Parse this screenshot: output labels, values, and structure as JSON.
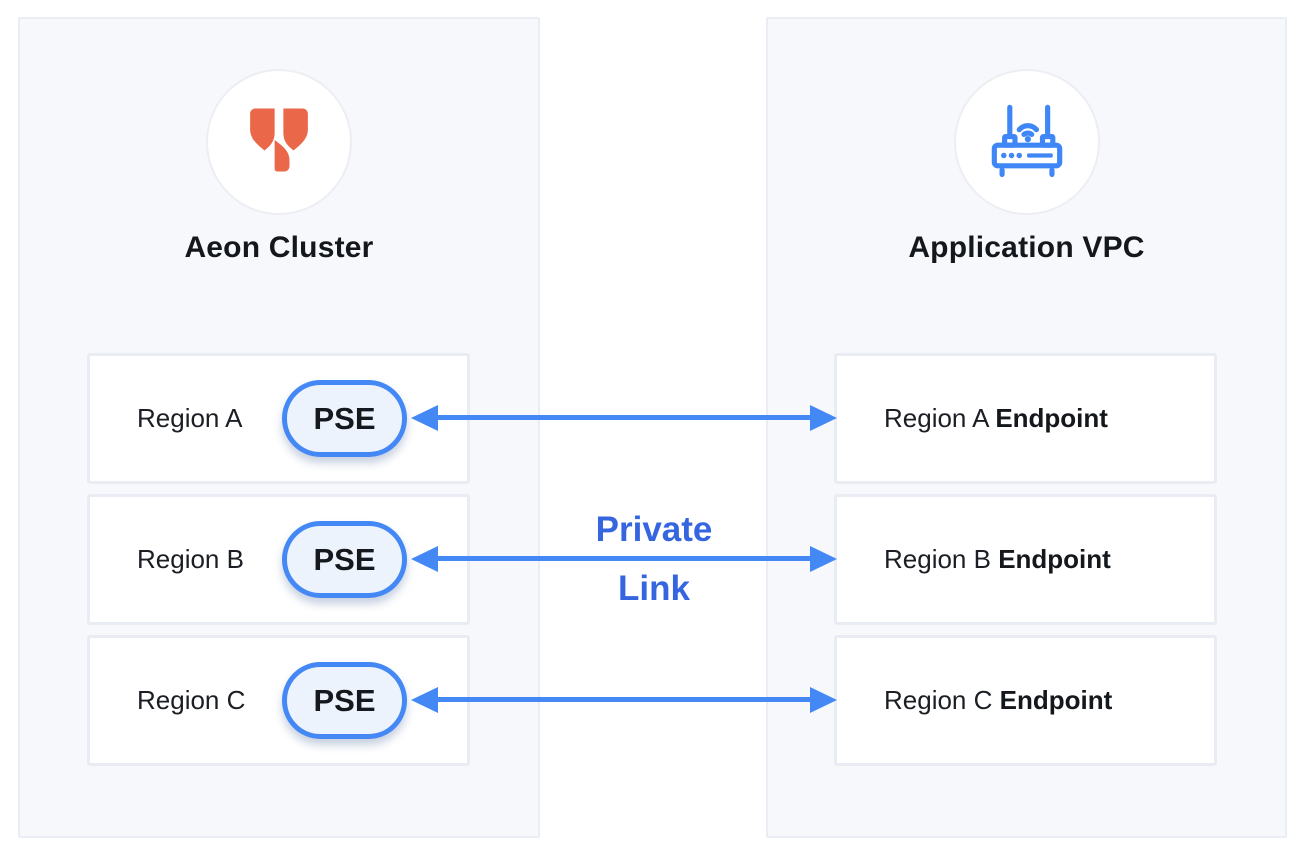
{
  "colors": {
    "accent_blue": "#4388F5",
    "link_text_blue": "#3566E0",
    "logo_orange": "#EB6749",
    "panel_bg": "#F7F8FB",
    "panel_border": "#EBEDF4",
    "box_border": "#E9ECF2",
    "pill_bg": "#EDF3FC",
    "text_dark": "#14171C"
  },
  "left_panel": {
    "title": "Aeon Cluster",
    "icon": "aeon-logo-icon",
    "rows": [
      {
        "label": "Region A",
        "badge": "PSE"
      },
      {
        "label": "Region B",
        "badge": "PSE"
      },
      {
        "label": "Region C",
        "badge": "PSE"
      }
    ]
  },
  "right_panel": {
    "title": "Application VPC",
    "icon": "router-icon",
    "rows": [
      {
        "label": "Region A ",
        "label_bold": "Endpoint"
      },
      {
        "label": "Region B ",
        "label_bold": "Endpoint"
      },
      {
        "label": "Region C ",
        "label_bold": "Endpoint"
      }
    ]
  },
  "connector": {
    "label_line1": "Private",
    "label_line2": "Link",
    "arrow_count": 3
  }
}
